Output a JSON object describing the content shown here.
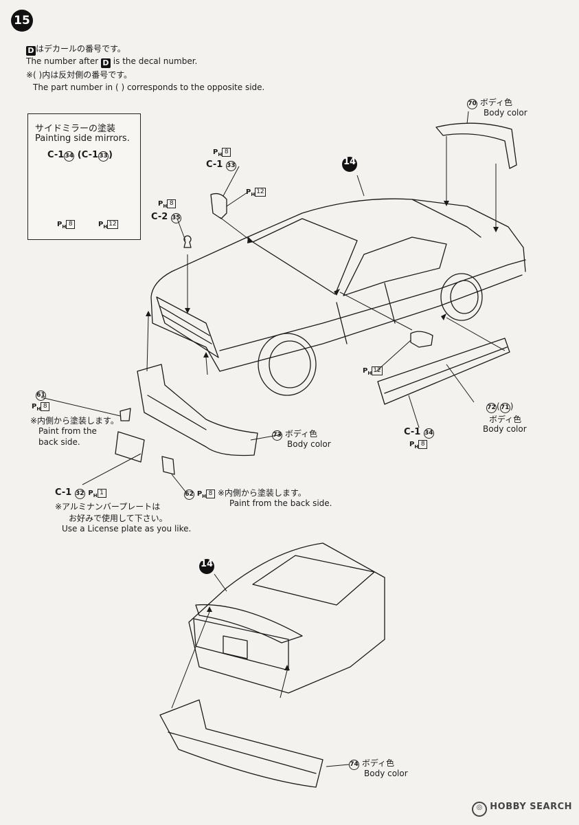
{
  "step": "15",
  "notes": {
    "decal_jp_suffix": "はデカールの番号です。",
    "decal_letter": "D",
    "decal_en_prefix": "The number after ",
    "decal_en_suffix": " is the decal number.",
    "opposite_jp": "※(  )内は反対側の番号です。",
    "opposite_en": "The part number in (  ) corresponds to the opposite side."
  },
  "inset": {
    "title_jp": "サイドミラーの塗装",
    "title_en": "Painting side mirrors.",
    "part": "C-1",
    "part_num": "34",
    "alt_part": "C-1",
    "alt_num": "33",
    "paint_a": "8",
    "paint_b": "12"
  },
  "paint_prefix": "P",
  "paint_sub": "H",
  "callouts": {
    "main_body": "14",
    "rear_body": "14"
  },
  "labels": {
    "p70": {
      "num": "70",
      "jp": "ボディ色",
      "en": "Body color"
    },
    "mirror_top": {
      "paint_a": "8",
      "part": "C-1",
      "num": "33",
      "paint_b": "12"
    },
    "p35": {
      "paint": "8",
      "part": "C-2",
      "num": "35"
    },
    "p61": {
      "num": "61",
      "paint": "8",
      "jp": "※内側から塗装します。",
      "en1": "Paint from the",
      "en2": "back side."
    },
    "p73": {
      "num": "73",
      "jp": "ボディ色",
      "en": "Body color"
    },
    "p72": {
      "num": "72",
      "alt": "71",
      "jp": "ボディ色",
      "en": "Body color"
    },
    "mirror_side": {
      "paint": "12",
      "part": "C-1",
      "num": "34",
      "paint_b": "8"
    },
    "p32": {
      "part": "C-1",
      "num": "32",
      "paint": "1",
      "jp1": "※アルミナンバープレートは",
      "jp2": "お好みで使用して下さい。",
      "en": "Use a License plate as you like."
    },
    "p62": {
      "num": "62",
      "paint": "8",
      "jp": "※内側から塗装します。",
      "en": "Paint from the back side."
    },
    "p74": {
      "num": "74",
      "jp": "ボディ色",
      "en": "Body color"
    }
  },
  "watermark": "HOBBY SEARCH"
}
